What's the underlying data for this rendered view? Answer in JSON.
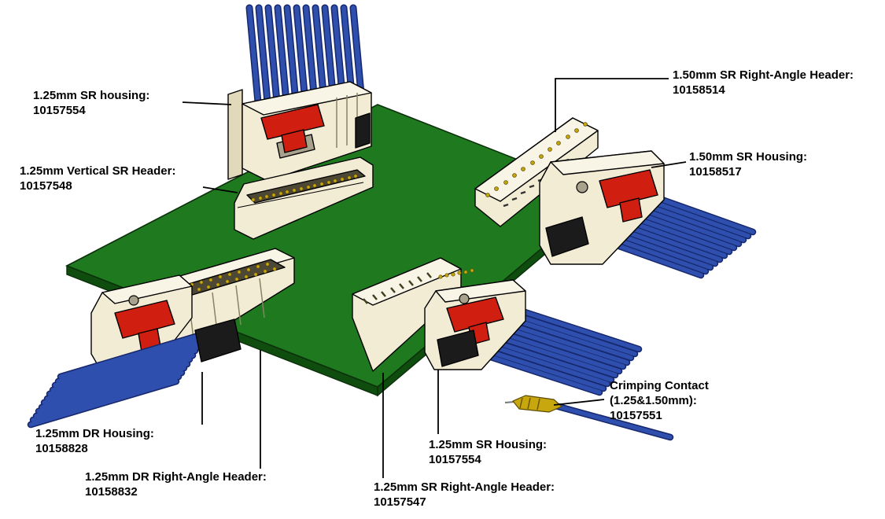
{
  "figure": {
    "type": "connector-family-diagram",
    "background": "#ffffff"
  },
  "colors": {
    "board_top": "#1f7a1f",
    "board_side": "#0f4d0f",
    "connector_light": "#f2ecd4",
    "connector_lighter": "#f9f5e6",
    "connector_mid": "#e2d9ba",
    "connector_dark": "#cfc49e",
    "latch_red": "#d01f10",
    "latch_red_dark": "#9a130a",
    "wire_blue": "#2e4fae",
    "wire_blue_dark": "#16276b",
    "pin_gold": "#c8a60e",
    "cavity_dark": "#4d4836",
    "black_part": "#1b1b1b",
    "knob_gray": "#a8a28c",
    "callout_line": "#000000"
  },
  "labels": [
    {
      "id": "sr-housing-top",
      "text": "1.25mm SR housing:\n10157554"
    },
    {
      "id": "vertical-sr-header",
      "text": "1.25mm Vertical SR Header:\n10157548"
    },
    {
      "id": "sr-right-angle-header-150",
      "text": "1.50mm SR Right-Angle Header:\n10158514"
    },
    {
      "id": "sr-housing-150",
      "text": "1.50mm SR Housing:\n10158517"
    },
    {
      "id": "dr-housing",
      "text": "1.25mm DR Housing:\n10158828"
    },
    {
      "id": "dr-right-angle-header",
      "text": "1.25mm DR Right-Angle Header:\n10158832"
    },
    {
      "id": "sr-housing-bottom",
      "text": "1.25mm SR Housing:\n10157554"
    },
    {
      "id": "sr-right-angle-header-125",
      "text": "1.25mm SR Right-Angle Header:\n10157547"
    },
    {
      "id": "crimping-contact",
      "text": "Crimping Contact\n(1.25&1.50mm):\n10157551"
    }
  ]
}
